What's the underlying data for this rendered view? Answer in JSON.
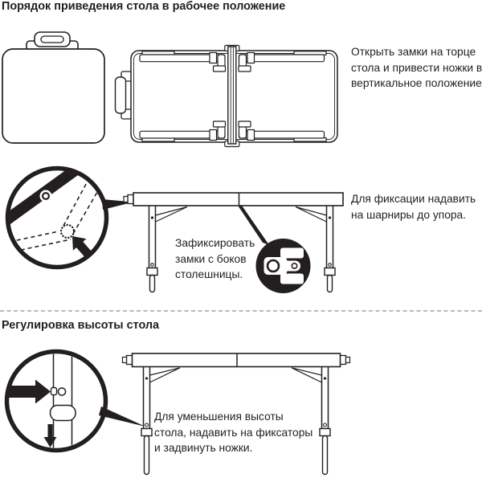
{
  "document": {
    "section1_title": "Порядок приведения стола в рабочее положение",
    "section2_title": "Регулировка высоты стола",
    "instructions": {
      "open_locks": {
        "full": "Открыть замки на торце стола и привести ножки в вертикальное положение.",
        "lines": [
          "Открыть замки на торце",
          "стола и привести ножки в",
          "вертикальное положение."
        ]
      },
      "fix_hinges": {
        "full": "Для фиксации надавить на шарниры до упора.",
        "lines": [
          "Для фиксации надавить",
          "на шарниры до упора."
        ]
      },
      "lock_sides": {
        "full": "Зафиксировать замки с боков столешницы.",
        "lines": [
          "Зафиксировать",
          "замки с боков",
          "столешницы."
        ]
      },
      "reduce_height": {
        "full": "Для уменьшения высоты стола, надавить на фиксаторы и задвинуть ножки.",
        "lines": [
          "Для уменьшения высоты",
          "стола, надавить на фиксаторы",
          "и задвинуть ножки."
        ]
      }
    },
    "illustrations": {
      "folded_case": "folded-table-carry-case",
      "opened_case": "opened-case-underside-folded-legs",
      "hinge_detail": "hinge-detail-callout",
      "assembled_table": "table-side-view",
      "side_lock_detail": "side-latch-lock-callout",
      "height_leg_detail": "leg-height-button-callout",
      "height_table": "table-side-view-extended-legs"
    },
    "colors": {
      "line": "#231f20",
      "divider": "#8f8f8f",
      "background": "#ffffff",
      "text": "#231f20"
    }
  }
}
